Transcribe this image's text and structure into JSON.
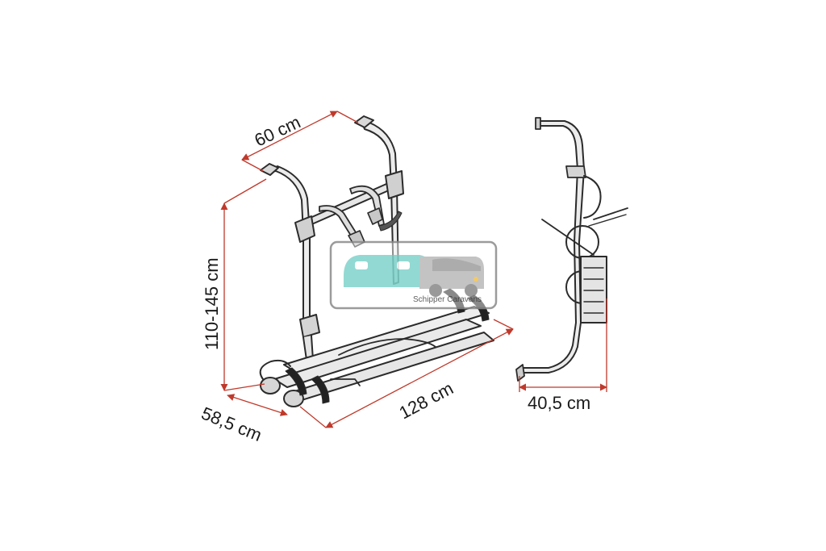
{
  "dimensions": {
    "width": "60 cm",
    "height": "110-145 cm",
    "depth": "58,5 cm",
    "length": "128 cm",
    "side_depth": "40,5 cm"
  },
  "watermark": {
    "brand_text": "Schipper Caravans"
  },
  "colors": {
    "dimension_line": "#c0392b",
    "outline": "#2b2b2b",
    "metal_fill": "#e8e8e8",
    "watermark_teal": "#7fd3cc",
    "watermark_gray": "#b9b9b9",
    "watermark_frame": "#8a8a8a"
  }
}
